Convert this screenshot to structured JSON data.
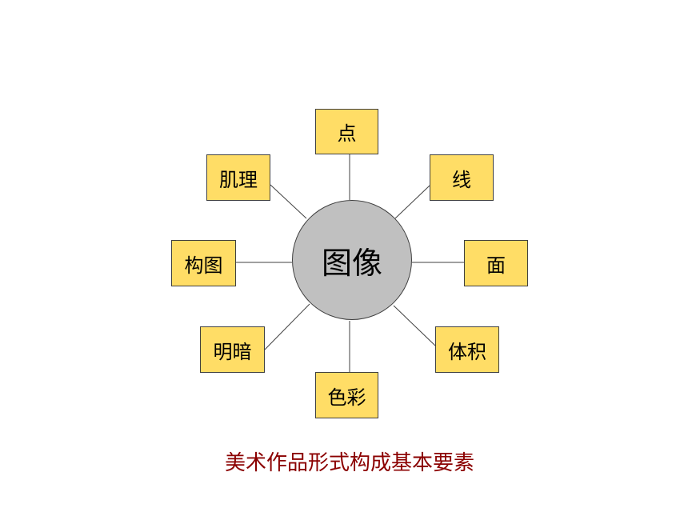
{
  "center": {
    "label": "图像"
  },
  "nodes": [
    {
      "id": "dian",
      "label": "点"
    },
    {
      "id": "xian",
      "label": "线"
    },
    {
      "id": "mian",
      "label": "面"
    },
    {
      "id": "tiji",
      "label": "体积"
    },
    {
      "id": "secai",
      "label": "色彩"
    },
    {
      "id": "mingan",
      "label": "明暗"
    },
    {
      "id": "goutu",
      "label": "构图"
    },
    {
      "id": "jili",
      "label": "肌理"
    }
  ],
  "caption": "美术作品形式构成基本要素",
  "colors": {
    "node_fill": "#ffdd66",
    "center_fill": "#c0c0c0",
    "border": "#404040",
    "caption": "#8b0000"
  }
}
